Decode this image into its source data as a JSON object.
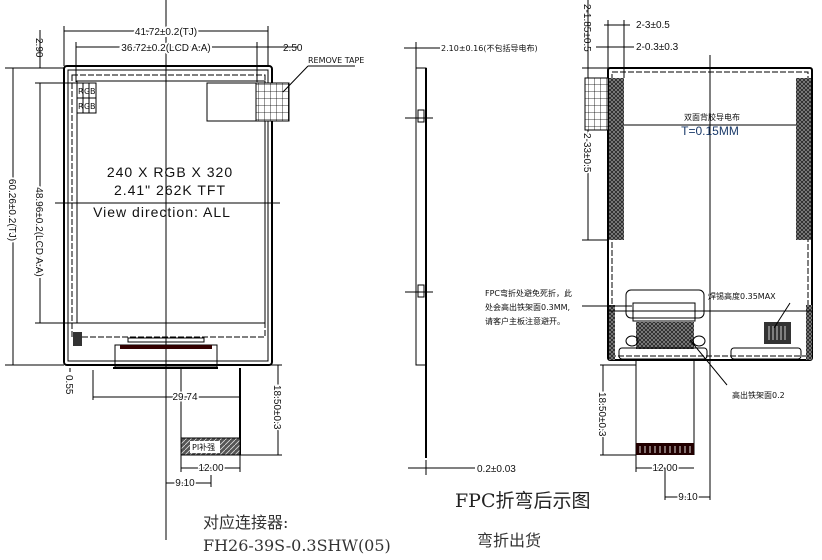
{
  "front_view": {
    "width_total": "41.72±0.2(TJ)",
    "width_aa": "36.72±0.2(LCD A.A)",
    "offset_right": "2.50",
    "offset_top": "2.90",
    "height_total": "60.26±0.2(TJ)",
    "height_aa": "48.96±0.2(LCD A.A)",
    "offset_bottom": "0.55",
    "fpc_span": "29.74",
    "fpc_length": "18.50±0.3",
    "fpc_width": "12.00",
    "fpc_offset": "9.10",
    "stiffener_label": "PI补强",
    "remove_tape": "REMOVE TAPE",
    "resolution": "240 X RGB X 320",
    "size_spec": "2.41\" 262K TFT",
    "view_direction": "View direction: ALL",
    "pixel_letters": [
      "R",
      "G",
      "B"
    ],
    "connector_label": "对应连接器:",
    "connector_model": "FH26-39S-0.3SHW(05)"
  },
  "side_view": {
    "thickness": "2.10±0.16(不包括导电布)",
    "fpc_thickness": "0.2±0.03",
    "caption": "FPC折弯后示图",
    "subcaption": "弯折出货"
  },
  "back_view": {
    "dim_top1": "2-3±0.5",
    "dim_top2": "2-0.3±0.3",
    "dim_left1": "2-1.85±0.5",
    "dim_left2": "2-33±0.5",
    "cloth_label": "双面背胶导电布",
    "cloth_thickness": "T=0.15MM",
    "fpc_note": [
      "FPC弯折处避免死折，此",
      "处会高出铁架面0.3MM,",
      "请客户主板注意避开。"
    ],
    "solder_note": "焊锡高度0.35MAX",
    "raise_note": "高出铁架面0.2",
    "fpc_length": "18.50±0.3",
    "fpc_width": "12.00",
    "fpc_offset": "9.10"
  }
}
